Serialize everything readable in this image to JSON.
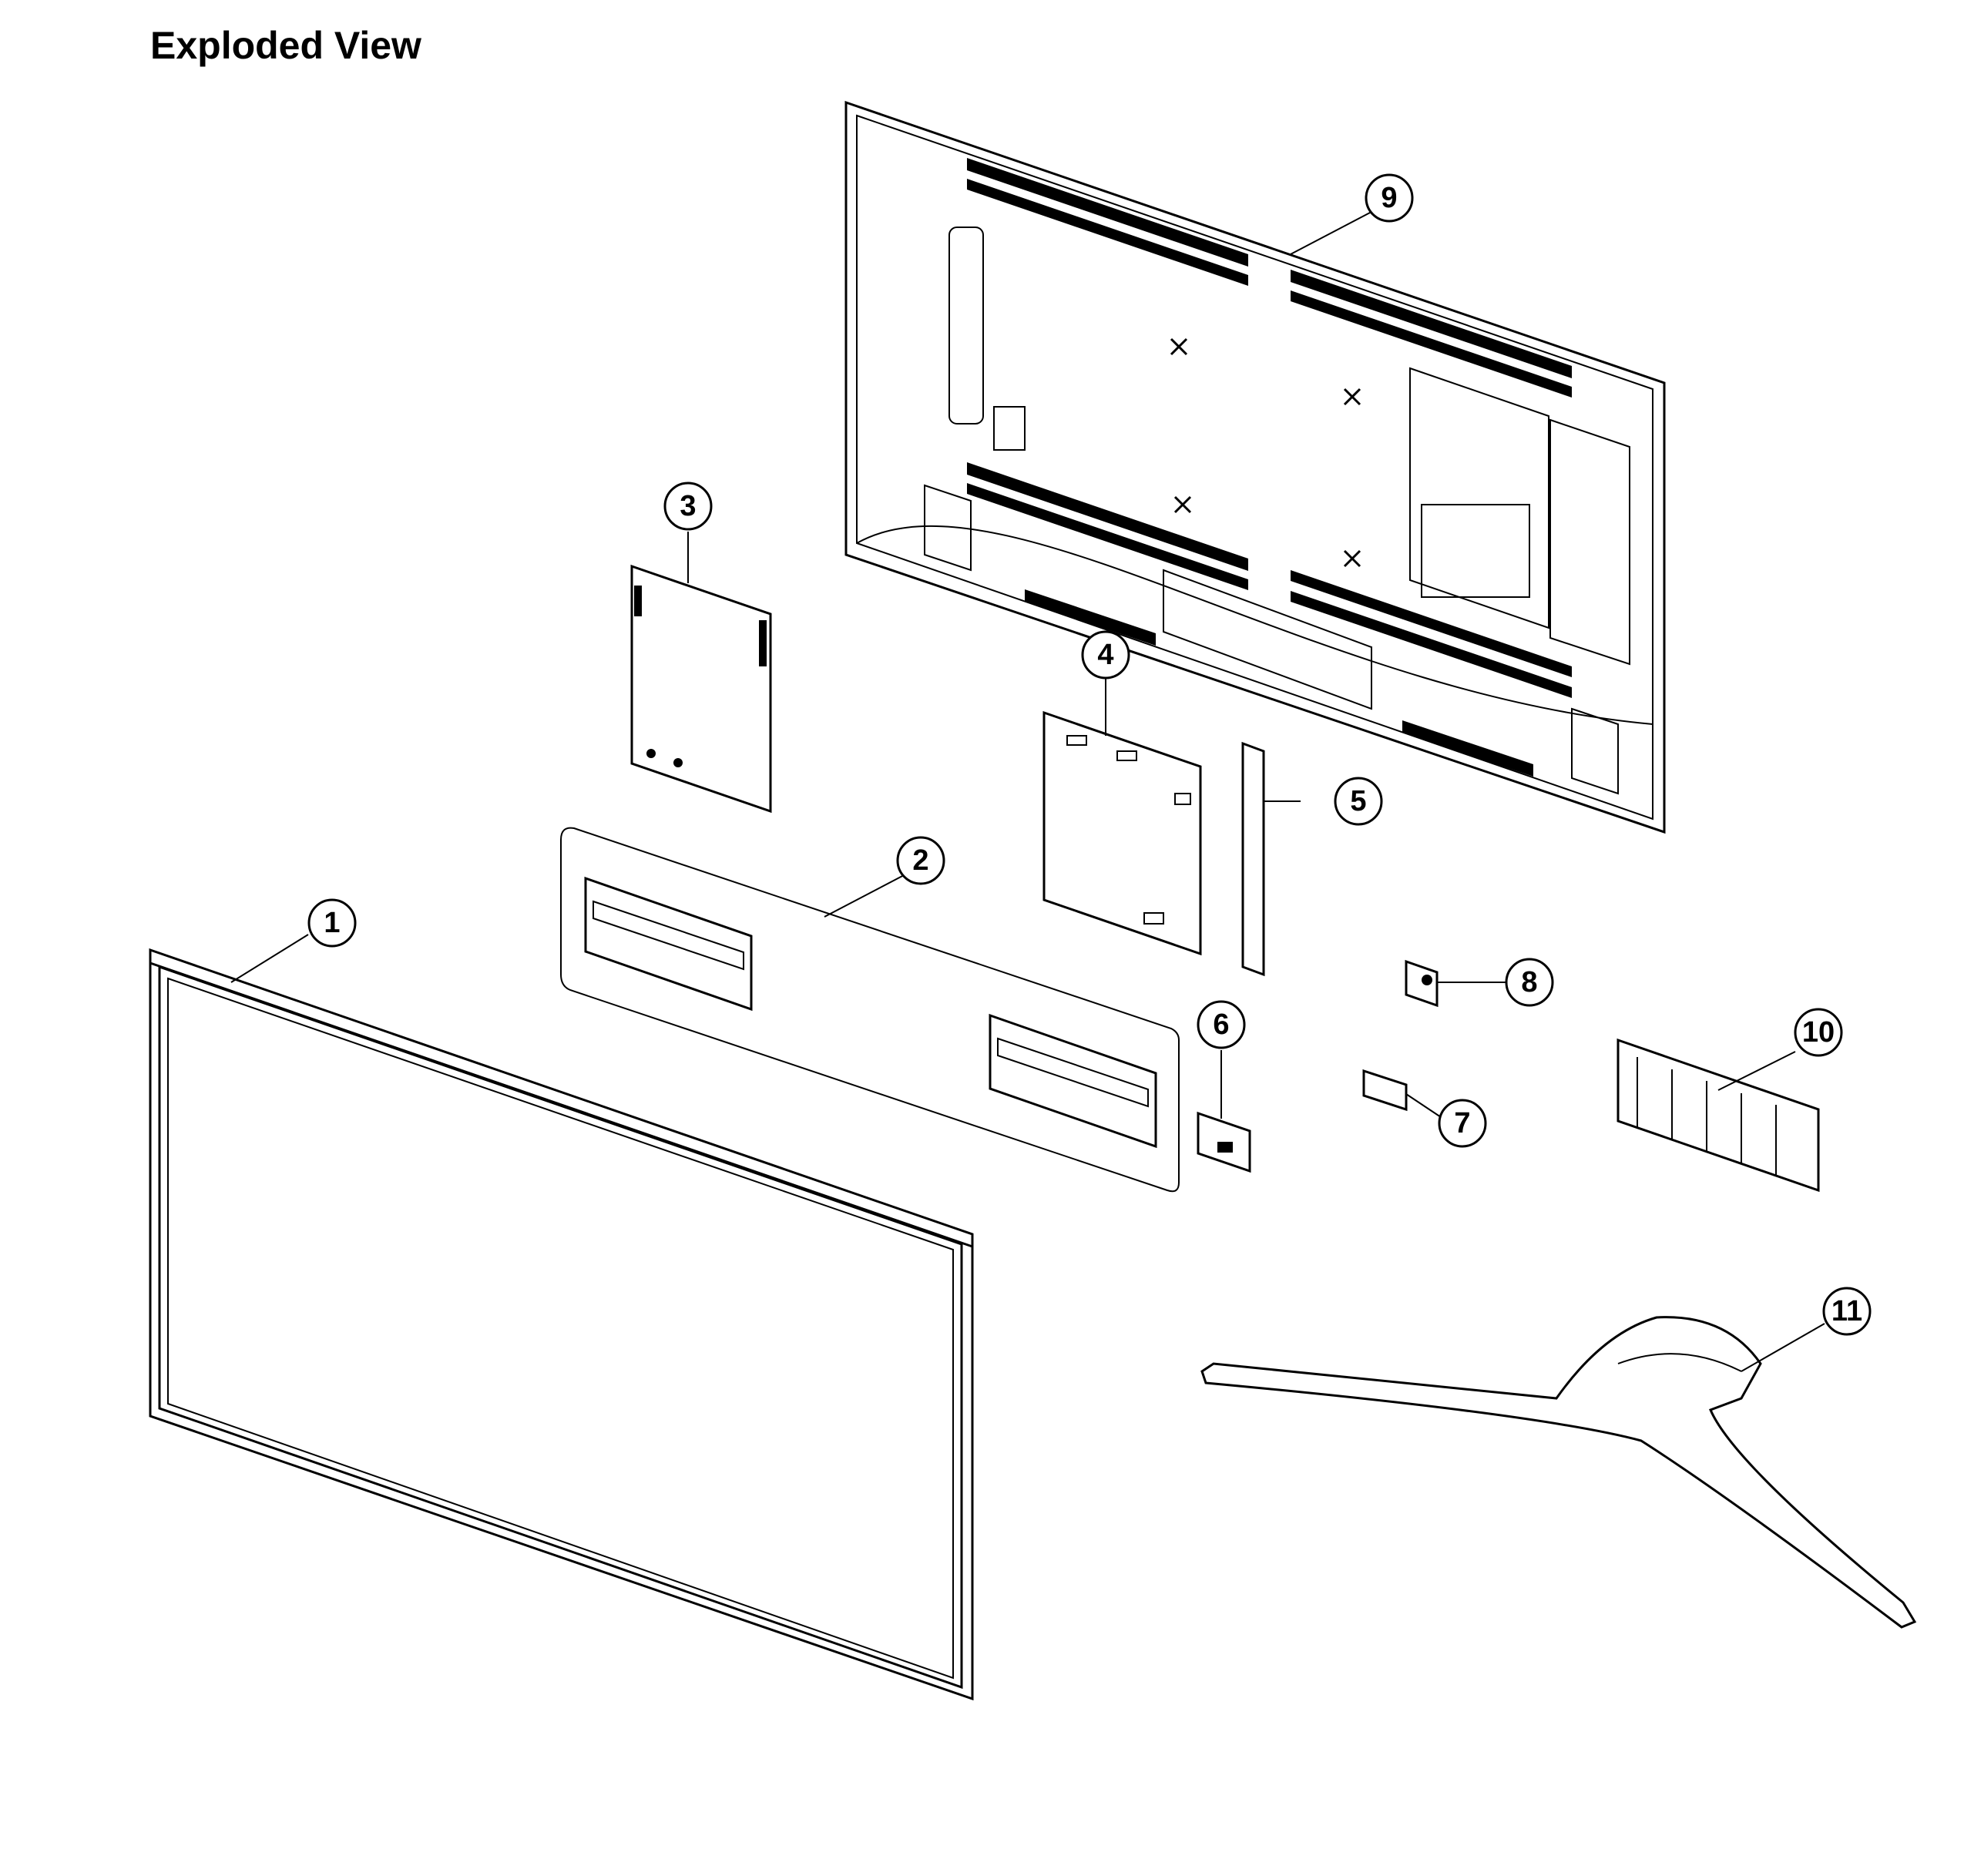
{
  "title": "Exploded View",
  "callouts": [
    "1",
    "2",
    "3",
    "4",
    "5",
    "6",
    "7",
    "8",
    "9",
    "10",
    "11"
  ],
  "colors": {
    "line": "#000000",
    "background": "#ffffff"
  }
}
